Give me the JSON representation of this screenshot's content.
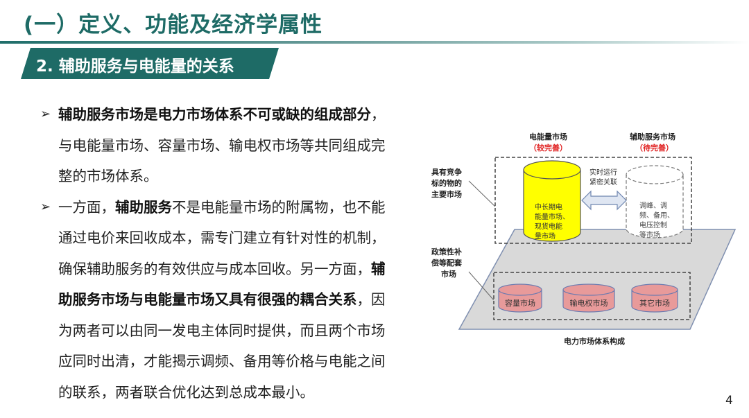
{
  "header": {
    "title": "(一）定义、功能及经济学属性",
    "section": "2. 辅助服务与电能量的关系"
  },
  "body": {
    "paragraphs": [
      {
        "bullet": "➢",
        "lines": [
          {
            "bold": "辅助服务市场是电力市场体系不可或缺的组成部分",
            "text": "，"
          },
          {
            "text": "与电能量市场、容量市场、输电权市场等共同组成完"
          },
          {
            "text": "整的市场体系。"
          }
        ]
      },
      {
        "bullet": "➢",
        "lines": [
          {
            "pre": "一方面，",
            "bold": "辅助服务",
            "text": "不是电能量市场的附属物，也不能"
          },
          {
            "text": "通过电价来回收成本，需专门建立有针对性的机制，"
          },
          {
            "pre": "确保辅助服务的有效供应与成本回收。另一方面，",
            "bold": "辅"
          },
          {
            "bold": "助服务市场与电能量市场又具有很强的耦合关系",
            "text": "，因"
          },
          {
            "text": "为两者可以由同一发电主体同时提供，而且两个市场"
          },
          {
            "text": "应同时出清，才能揭示调频、备用等价格与电能之间"
          },
          {
            "text": "的联系，两者联合优化达到总成本最小。"
          }
        ]
      }
    ]
  },
  "diagram": {
    "energy_market": {
      "title": "电能量市场",
      "status": "（较完善）",
      "cylinder_lines": [
        "中长期电",
        "能量市场、",
        "现货电能",
        "量市场"
      ],
      "color": "#ffff00"
    },
    "ancillary_market": {
      "title": "辅助服务市场",
      "status": "（待完善）",
      "cylinder_lines": [
        "调峰、调",
        "频、备用、",
        "电压控制",
        "等市场"
      ]
    },
    "link_label": [
      "实时运行",
      "紧密关联"
    ],
    "left_label_top": [
      "具有竞争",
      "标的物的",
      "主要市场"
    ],
    "left_label_bottom": [
      "政策性补",
      "偿等配套",
      "市场"
    ],
    "small_markets": [
      "容量市场",
      "输电权市场",
      "其它市场"
    ],
    "caption": "电力市场体系构成",
    "status_color": "#e02020",
    "small_cylinder_color": "#e89a9a",
    "platform_color": "#d9d9d9"
  },
  "footer": {
    "page_number": "4"
  }
}
